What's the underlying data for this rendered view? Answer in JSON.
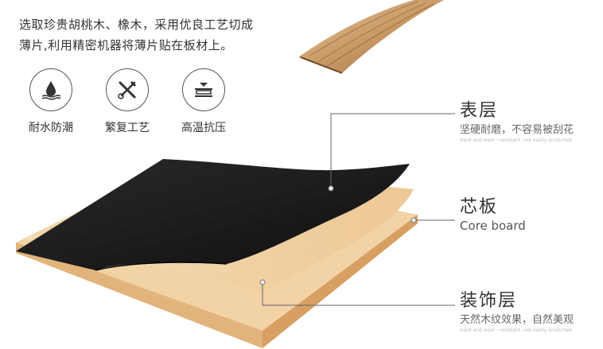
{
  "intro": {
    "line1": "选取珍贵胡桃木、橡木，采用优良工艺切成",
    "line2": "薄片,利用精密机器将薄片贴在板材上。"
  },
  "features": [
    {
      "icon": "water-drop-icon",
      "label": "耐水防潮"
    },
    {
      "icon": "tools-icon",
      "label": "繁复工艺"
    },
    {
      "icon": "press-icon",
      "label": "高温抗压"
    }
  ],
  "callouts": {
    "surface": {
      "title": "表层",
      "subtitle": "坚硬耐磨，不容易被刮花",
      "english": "Hard and wear－resistant, not easily scratched"
    },
    "core": {
      "title": "芯板",
      "english": "Core board"
    },
    "decor": {
      "title": "装饰层",
      "subtitle": "天然木纹效果，自然美观",
      "english": "Hard and wear－resistant, not easily scratched"
    }
  },
  "colors": {
    "black_layer": "#1a1a1a",
    "veneer": "#f0d2a6",
    "core_top": "#f3d5a9",
    "core_edge": "#e7bd87",
    "leader": "#666666"
  }
}
